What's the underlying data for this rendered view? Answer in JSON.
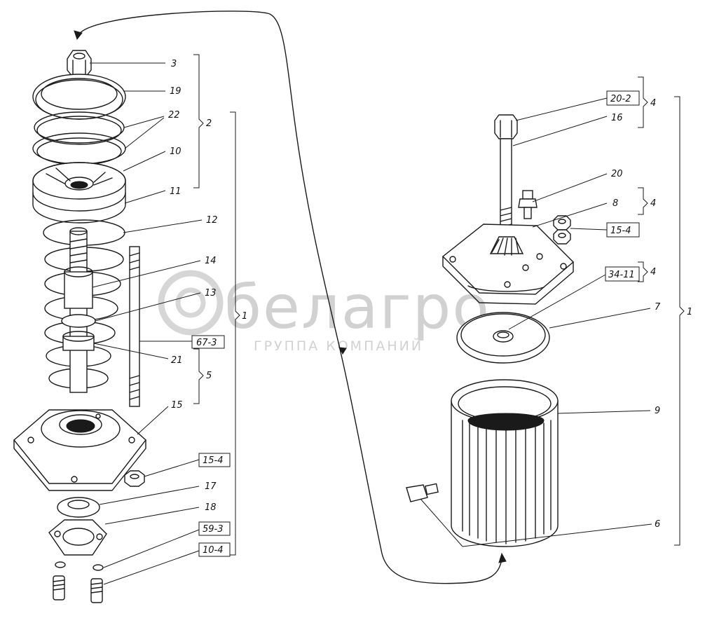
{
  "watermark": {
    "brand": "белагро",
    "tagline": "ГРУППА КОМПАНИЙ"
  },
  "callouts": {
    "c3": "3",
    "c19": "19",
    "c22": "22",
    "c2": "2",
    "c10": "10",
    "c11": "11",
    "c12": "12",
    "c14": "14",
    "c13": "13",
    "c1_left": "1",
    "c67_3": "67-3",
    "c21": "21",
    "c5": "5",
    "c15": "15",
    "c15_4_left": "15-4",
    "c17": "17",
    "c18": "18",
    "c59_3": "59-3",
    "c10_4": "10-4",
    "c20_2": "20-2",
    "c4_top": "4",
    "c16": "16",
    "c20": "20",
    "c4_mid": "4",
    "c8": "8",
    "c15_4_right": "15-4",
    "c34_11": "34-11",
    "c4_low": "4",
    "c7": "7",
    "c1_right": "1",
    "c9": "9",
    "c6": "6"
  }
}
